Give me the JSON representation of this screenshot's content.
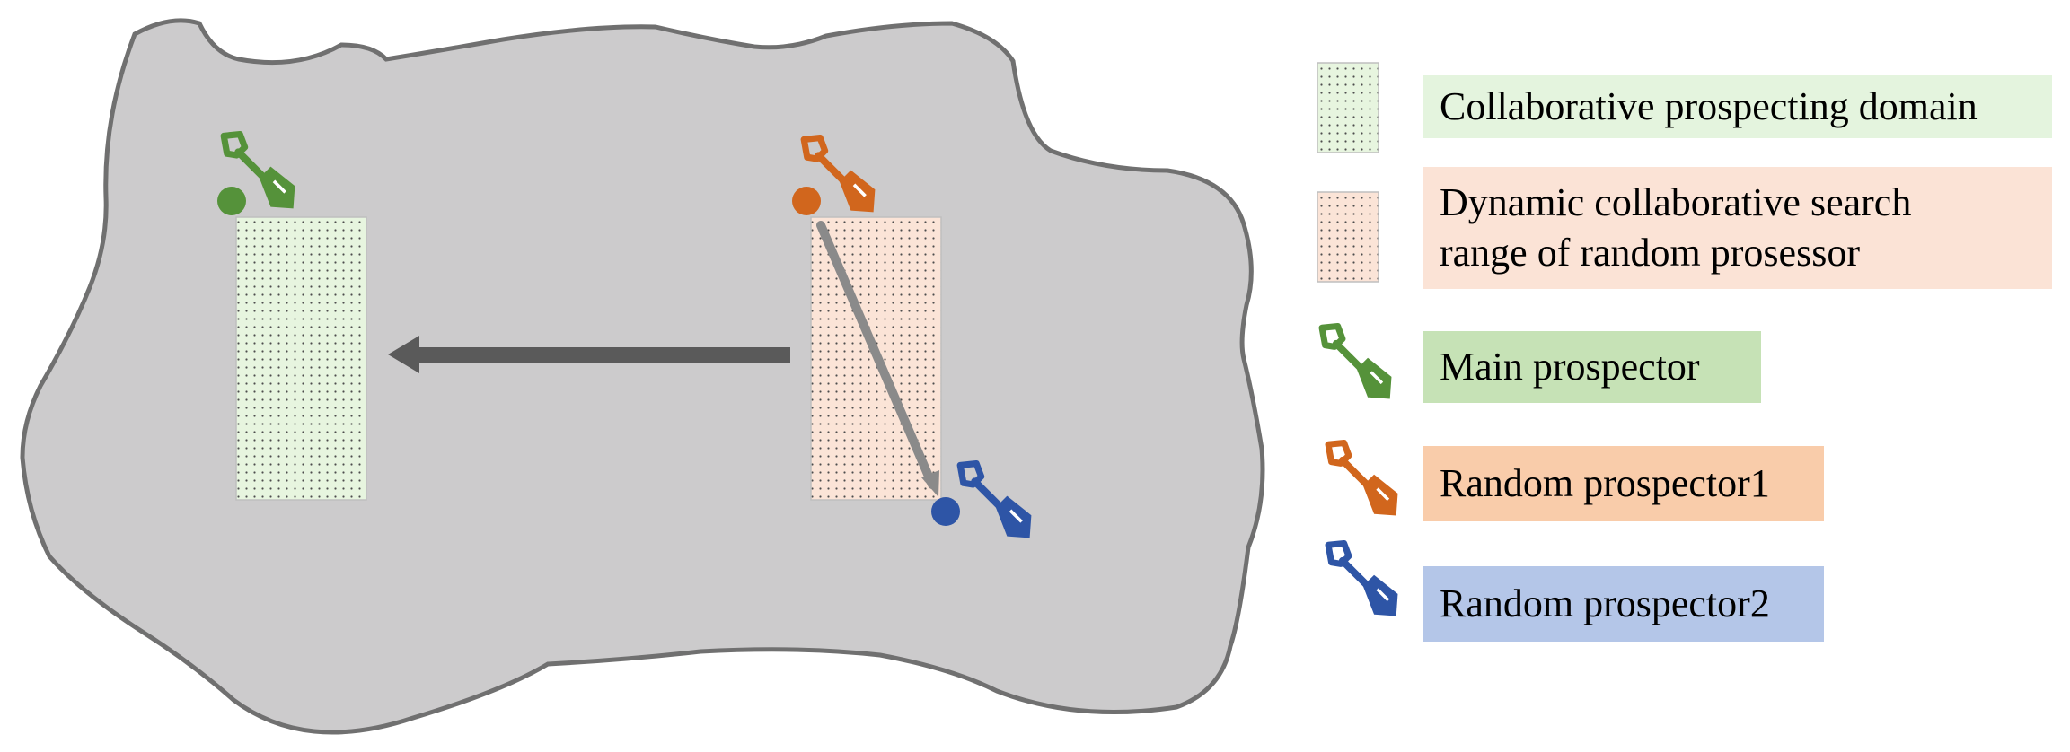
{
  "colors": {
    "landmass_fill": "#cccbcc",
    "landmass_stroke": "#707070",
    "collab_fill": "#e7f5df",
    "dynamic_fill": "#fbe4d7",
    "main": "#55923a",
    "random1": "#d1661d",
    "random2": "#2e55a6",
    "arrow": "#5a5a5a",
    "path_line": "#8a8a8a",
    "legend_bg_collab": "#e4f4de",
    "legend_bg_dynamic": "#fbe3d6",
    "legend_bg_main": "#c6e2b6",
    "legend_bg_random1": "#f9ccaa",
    "legend_bg_random2": "#b4c6e8"
  },
  "icons": {
    "main": "shovel-icon",
    "random1": "shovel-icon",
    "random2": "shovel-icon"
  },
  "legend": {
    "collab": {
      "line1": "Collaborative prospecting domain"
    },
    "dynamic": {
      "line1": "Dynamic collaborative search",
      "line2": "range of random prosessor"
    },
    "main": {
      "line1": "Main prospector"
    },
    "random1": {
      "line1": "Random prospector1"
    },
    "random2": {
      "line1": "Random prospector2"
    }
  }
}
